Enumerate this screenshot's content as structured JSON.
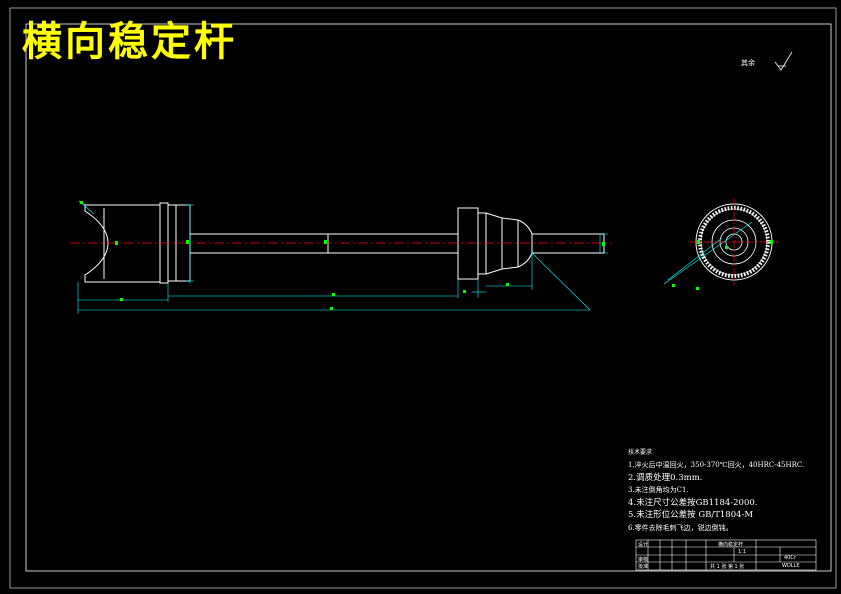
{
  "title": "横向稳定杆",
  "roughness_label": "其余",
  "notes": {
    "heading": "技术要求",
    "items": [
      "1.淬火后中温回火，350-370℃回火，40HRC-45HRC.",
      "2.调质处理0.3mm.",
      "3.未注倒角均为C1.",
      "4.未注尺寸公差按GB1184-2000.",
      "5.未注形位公差按 GB/T1804-M",
      "6.零件去除毛刺飞边，锐边倒钝。"
    ]
  },
  "title_block": {
    "part_name": "横向稳定杆",
    "material": "40Cr",
    "scale": "1:1",
    "sheet_info": "共 1 张 第 1 张",
    "drawing_number": "WDLLE",
    "design_label": "设计",
    "check_label": "审核",
    "approve_label": "批准"
  },
  "colors": {
    "background": "#000000",
    "outline": "#ffffff",
    "centerline": "#ff0000",
    "dimension": "#00ffff",
    "dimension_text": "#00ff00",
    "title": "#ffff00"
  }
}
